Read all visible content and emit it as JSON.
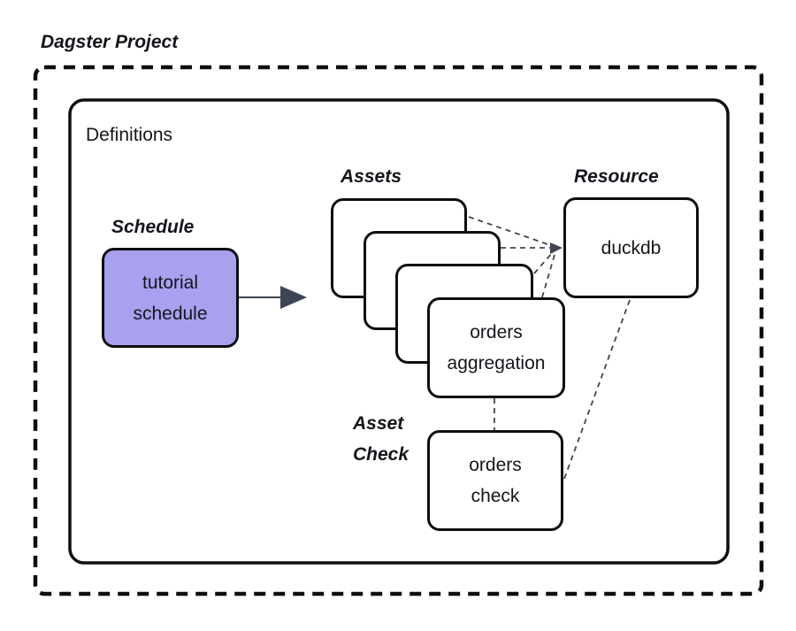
{
  "title": "Dagster Project",
  "definitions": {
    "label": "Definitions"
  },
  "schedule": {
    "label": "Schedule",
    "box": {
      "line1": "tutorial",
      "line2": "schedule"
    }
  },
  "assets": {
    "label": "Assets",
    "stack_count": 4,
    "front_box": {
      "line1": "orders",
      "line2": "aggregation"
    }
  },
  "resource": {
    "label": "Resource",
    "box_label": "duckdb"
  },
  "asset_check": {
    "label_line1": "Asset",
    "label_line2": "Check",
    "box": {
      "line1": "orders",
      "line2": "check"
    }
  },
  "colors": {
    "background": "#FFFFFF",
    "text": "#15161C",
    "box_border": "#0E0E12",
    "schedule_fill": "#A8A1F0",
    "connector_dashed": "#3E4553",
    "arrow": "#3E4553"
  }
}
